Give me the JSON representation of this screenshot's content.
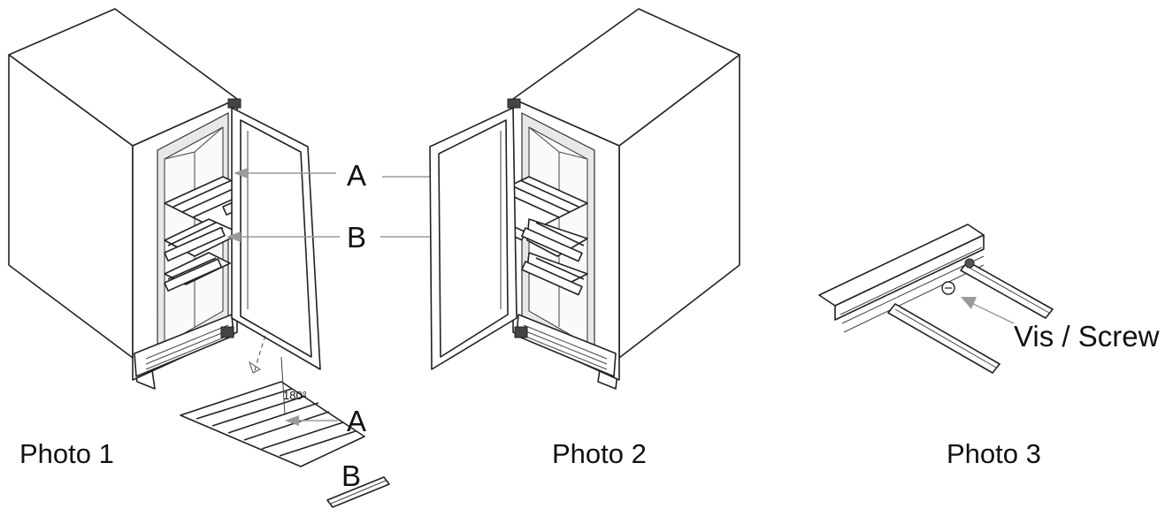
{
  "photo1": {
    "caption": "Photo 1",
    "angle": "180°",
    "label_a_top": "A",
    "label_b_mid": "B",
    "label_a_low": "A",
    "label_b_low": "B"
  },
  "photo2": {
    "caption": "Photo 2"
  },
  "photo3": {
    "caption": "Photo 3",
    "screw_label": "Vis / Screw"
  }
}
